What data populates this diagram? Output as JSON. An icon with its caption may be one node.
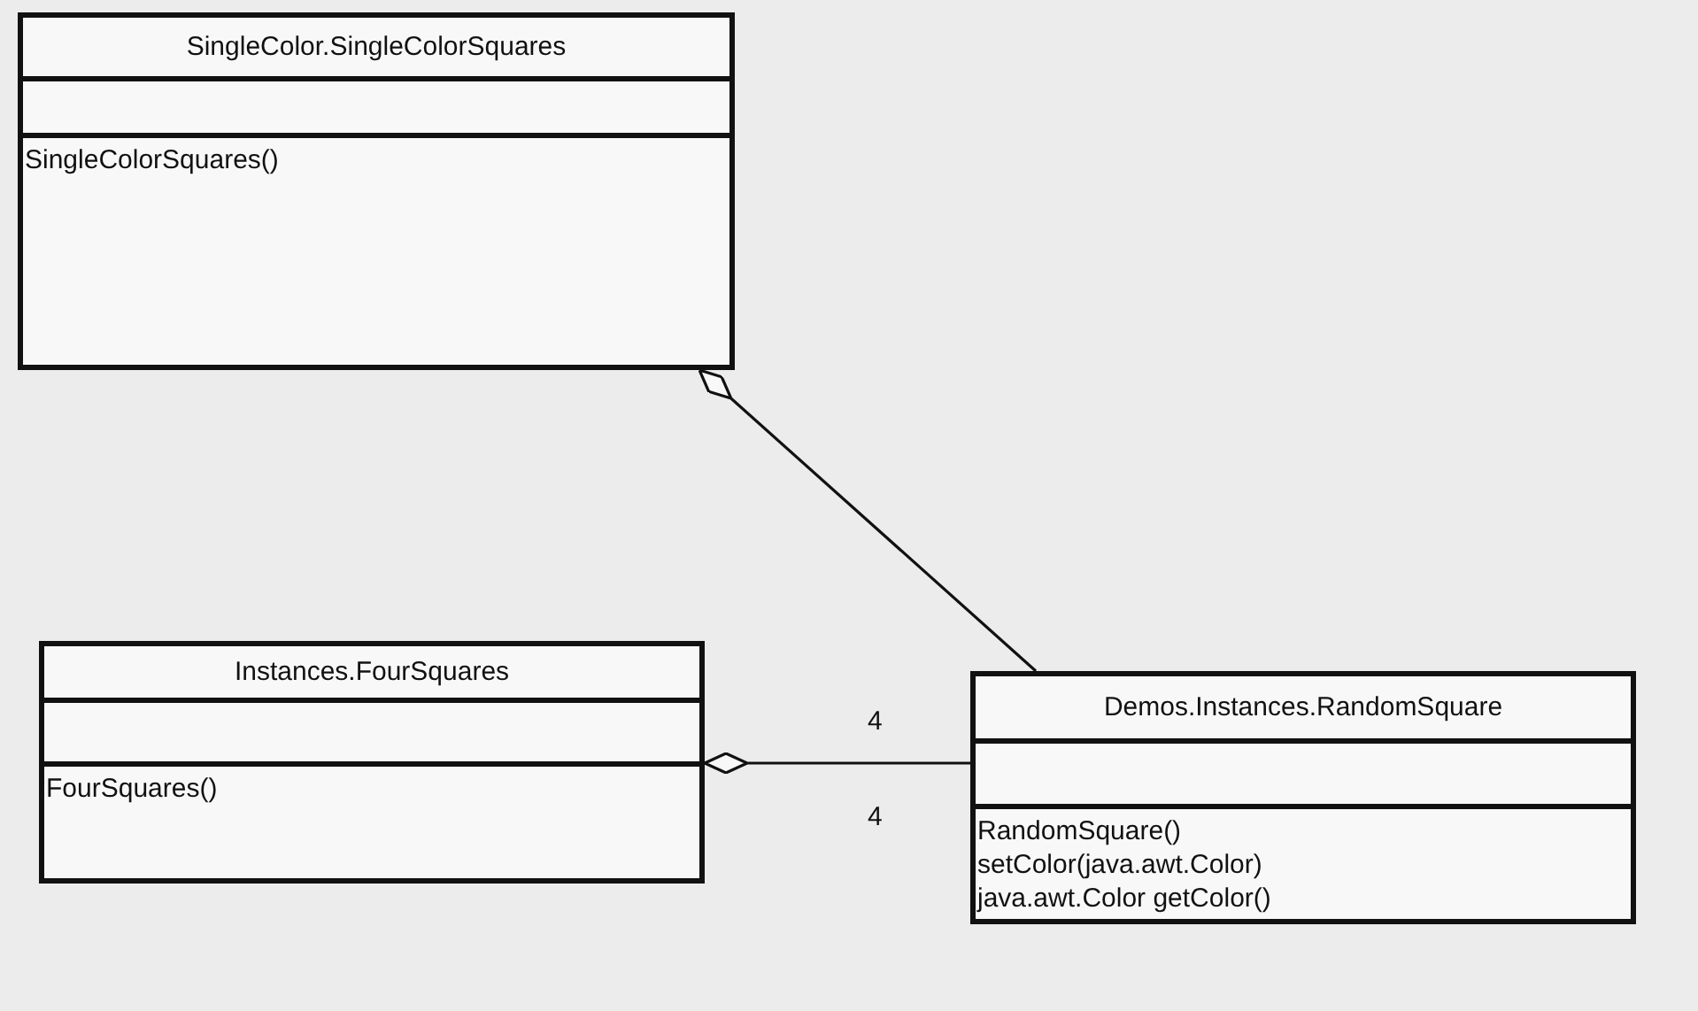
{
  "diagram": {
    "nodes": [
      {
        "text": [
          "SingleColor.SingleColorSquares",
          "SingleColorSquares()"
        ]
      },
      {
        "text": [
          "Instances.FourSquares",
          "FourSquares()"
        ]
      },
      {
        "text": [
          "Demos.Instances.RandomSquare",
          "RandomSquare()",
          "setColor(java.awt.Color)",
          "java.awt.Color getColor()"
        ]
      }
    ],
    "edges": [
      {
        "from": 0,
        "to": 2,
        "arrow": "other"
      },
      {
        "from": 1,
        "to": 2,
        "arrow": "other"
      }
    ],
    "labels": [
      "4",
      "4"
    ]
  }
}
